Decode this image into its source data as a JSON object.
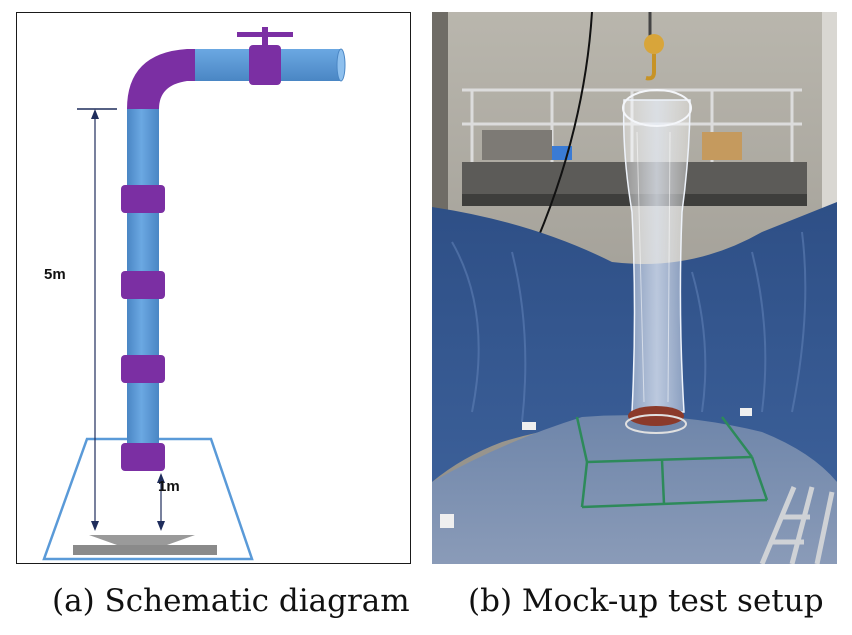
{
  "panels": {
    "schematic": {
      "caption": "(a) Schematic diagram",
      "dimension_total": "5m",
      "dimension_bottom": "1m"
    },
    "photo": {
      "caption": "(b) Mock-up test setup"
    }
  },
  "colors": {
    "pipe": "#5a9ad8",
    "collar": "#7b2fa3",
    "dimension_line": "#1f2d5c",
    "frame_outline": "#5a9ad8",
    "base_plate": "#8a8a8a",
    "tarp": "#2d4f86"
  }
}
